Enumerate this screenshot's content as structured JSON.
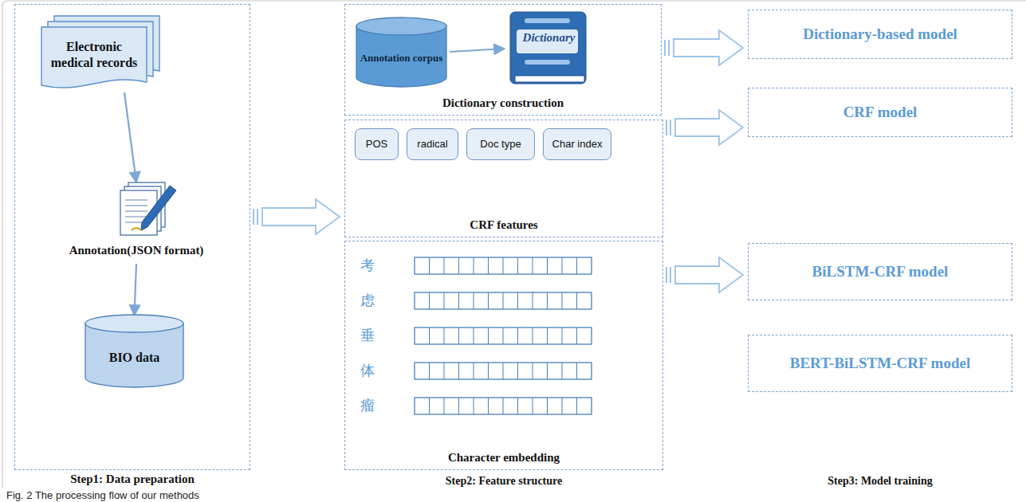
{
  "diagram": {
    "caption": "Fig. 2 The processing flow of our methods",
    "nodes": [
      {
        "text": [
          "Step1: Data preparation"
        ]
      },
      {
        "text": [
          "Electronic medical records"
        ],
        "in": 0
      },
      {
        "text": [
          "Annotation(JSON format)"
        ],
        "in": 0
      },
      {
        "text": [
          "BIO data"
        ],
        "in": 0
      },
      {
        "text": [
          "Dictionary construction"
        ]
      },
      {
        "text": [
          "Annotation corpus"
        ],
        "in": 4
      },
      {
        "text": [
          "Dictionary"
        ],
        "in": 4
      },
      {
        "text": [
          "CRF features"
        ]
      },
      {
        "text": [
          "POS"
        ],
        "in": 7
      },
      {
        "text": [
          "radical"
        ],
        "in": 7
      },
      {
        "text": [
          "Doc type"
        ],
        "in": 7
      },
      {
        "text": [
          "Char index"
        ],
        "in": 7
      },
      {
        "text": [
          "Character embedding"
        ]
      },
      {
        "text": [
          "Dictionary-based model"
        ]
      },
      {
        "text": [
          "CRF model"
        ]
      },
      {
        "text": [
          "BiLSTM-CRF model"
        ]
      },
      {
        "text": [
          "BERT-BiLSTM-CRF model"
        ]
      }
    ],
    "edges": [
      {
        "from": 1,
        "to": 2,
        "arrow": "to"
      },
      {
        "from": 2,
        "to": 3,
        "arrow": "to"
      },
      {
        "from": 5,
        "to": 6,
        "arrow": "to"
      },
      {
        "from": 0,
        "to": 7,
        "arrow": "to"
      },
      {
        "from": 4,
        "to": 13,
        "arrow": "to"
      },
      {
        "from": 7,
        "to": 14,
        "arrow": "to"
      },
      {
        "from": 12,
        "to": 15,
        "arrow": "to"
      }
    ],
    "labels": [
      "考",
      "虑",
      "垂",
      "体",
      "瘤",
      "Step2: Feature structure",
      "Step3: Model training"
    ]
  }
}
